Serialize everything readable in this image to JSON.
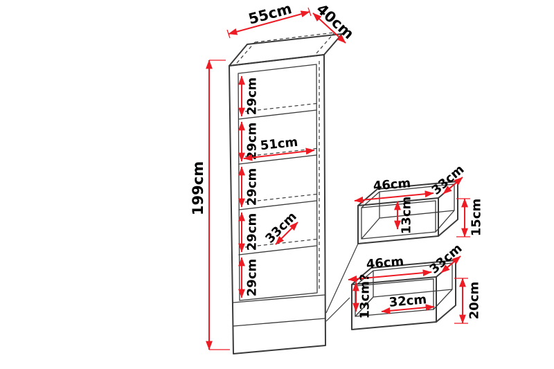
{
  "diagram": {
    "colors": {
      "dimension": "#ed1b24",
      "outline": "#3a3a3a",
      "text": "#000000",
      "background": "#ffffff"
    },
    "cabinet": {
      "width_label": "55cm",
      "depth_label": "40cm",
      "height_label": "199cm",
      "shelf_labels": [
        "29cm",
        "29cm",
        "29cm",
        "29cm",
        "29cm"
      ],
      "inner_width_label": "51cm",
      "shelf_depth_label": "33cm"
    },
    "drawer_top": {
      "width_label": "46cm",
      "depth_label": "33cm",
      "inner_height_label": "13cm",
      "front_height_label": "15cm"
    },
    "drawer_bottom": {
      "width_label": "46cm",
      "depth_label": "33cm",
      "inner_height_label": "13cm?",
      "inner_width_label": "32cm",
      "front_height_label": "20cm"
    }
  }
}
